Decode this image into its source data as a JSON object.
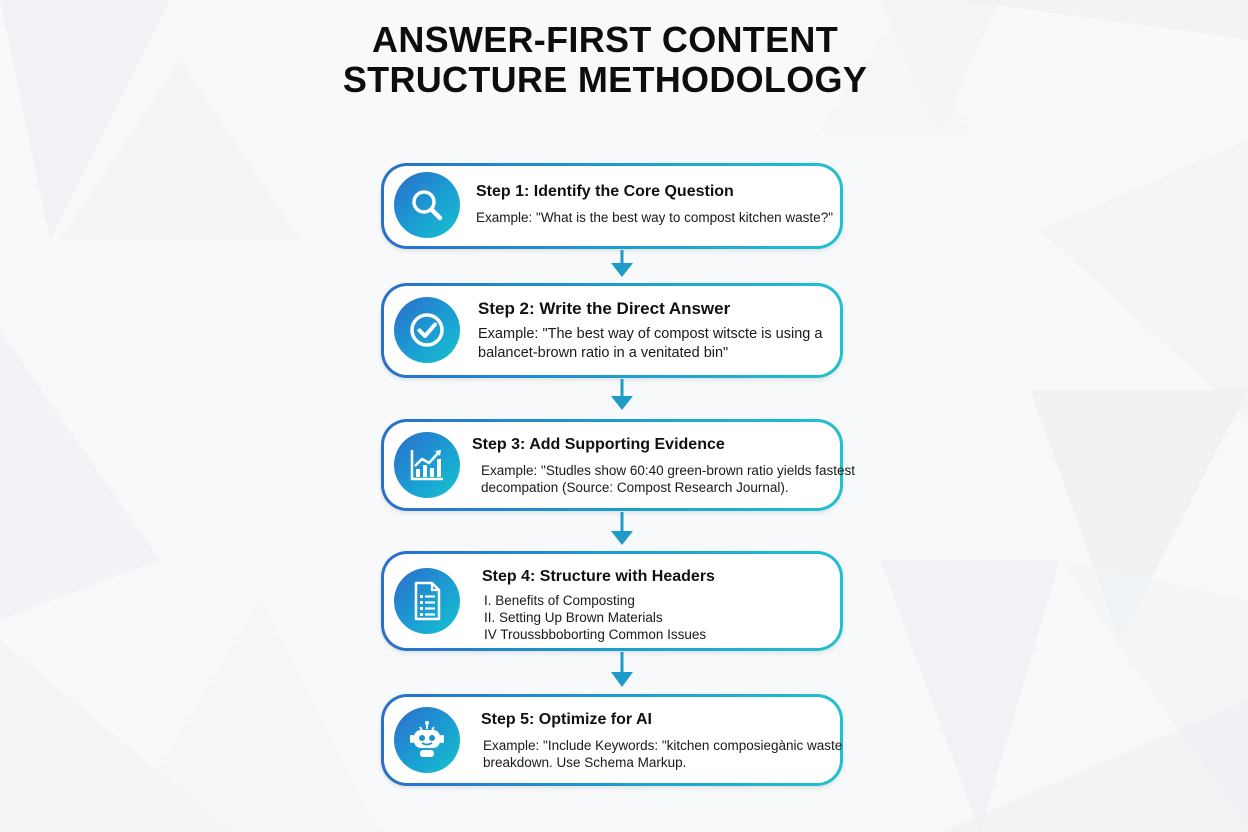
{
  "title": {
    "line1": "ANSWER-FIRST CONTENT",
    "line2": "STRUCTURE METHODOLOGY"
  },
  "colors": {
    "gradient_start": "#2a6fc9",
    "gradient_mid": "#1c9dcc",
    "gradient_end": "#20c1cf",
    "arrow": "#1f9bc7"
  },
  "steps": [
    {
      "icon": "magnifier-icon",
      "title": "Step 1: Identify the Core Question",
      "lines": [
        "Example: \"What is the best way to compost kitchen waste?\""
      ]
    },
    {
      "icon": "checkmark-icon",
      "title": "Step 2: Write the Direct Answer",
      "lines": [
        "Example: \"The best way of compost witscte is using a",
        "balancet-brown ratio in a venitated bin\""
      ]
    },
    {
      "icon": "growth-chart-icon",
      "title": "Step 3: Add Supporting Evidence",
      "lines": [
        "Example: \"Studles show 60:40 green-brown ratio yields fastest",
        "decompation (Source: Compost Research Journal)."
      ]
    },
    {
      "icon": "document-icon",
      "title": "Step 4: Structure with Headers",
      "lines": [
        "I. Benefits of Composting",
        "II. Setting Up Brown Materials",
        "IV Troussbboborting Common Issues"
      ]
    },
    {
      "icon": "robot-icon",
      "title": "Step 5: Optimize for AI",
      "lines": [
        "Example: \"Include Keywords: \"kitchen composiegànic waste",
        "breakdown. Use Schema Markup."
      ]
    }
  ]
}
